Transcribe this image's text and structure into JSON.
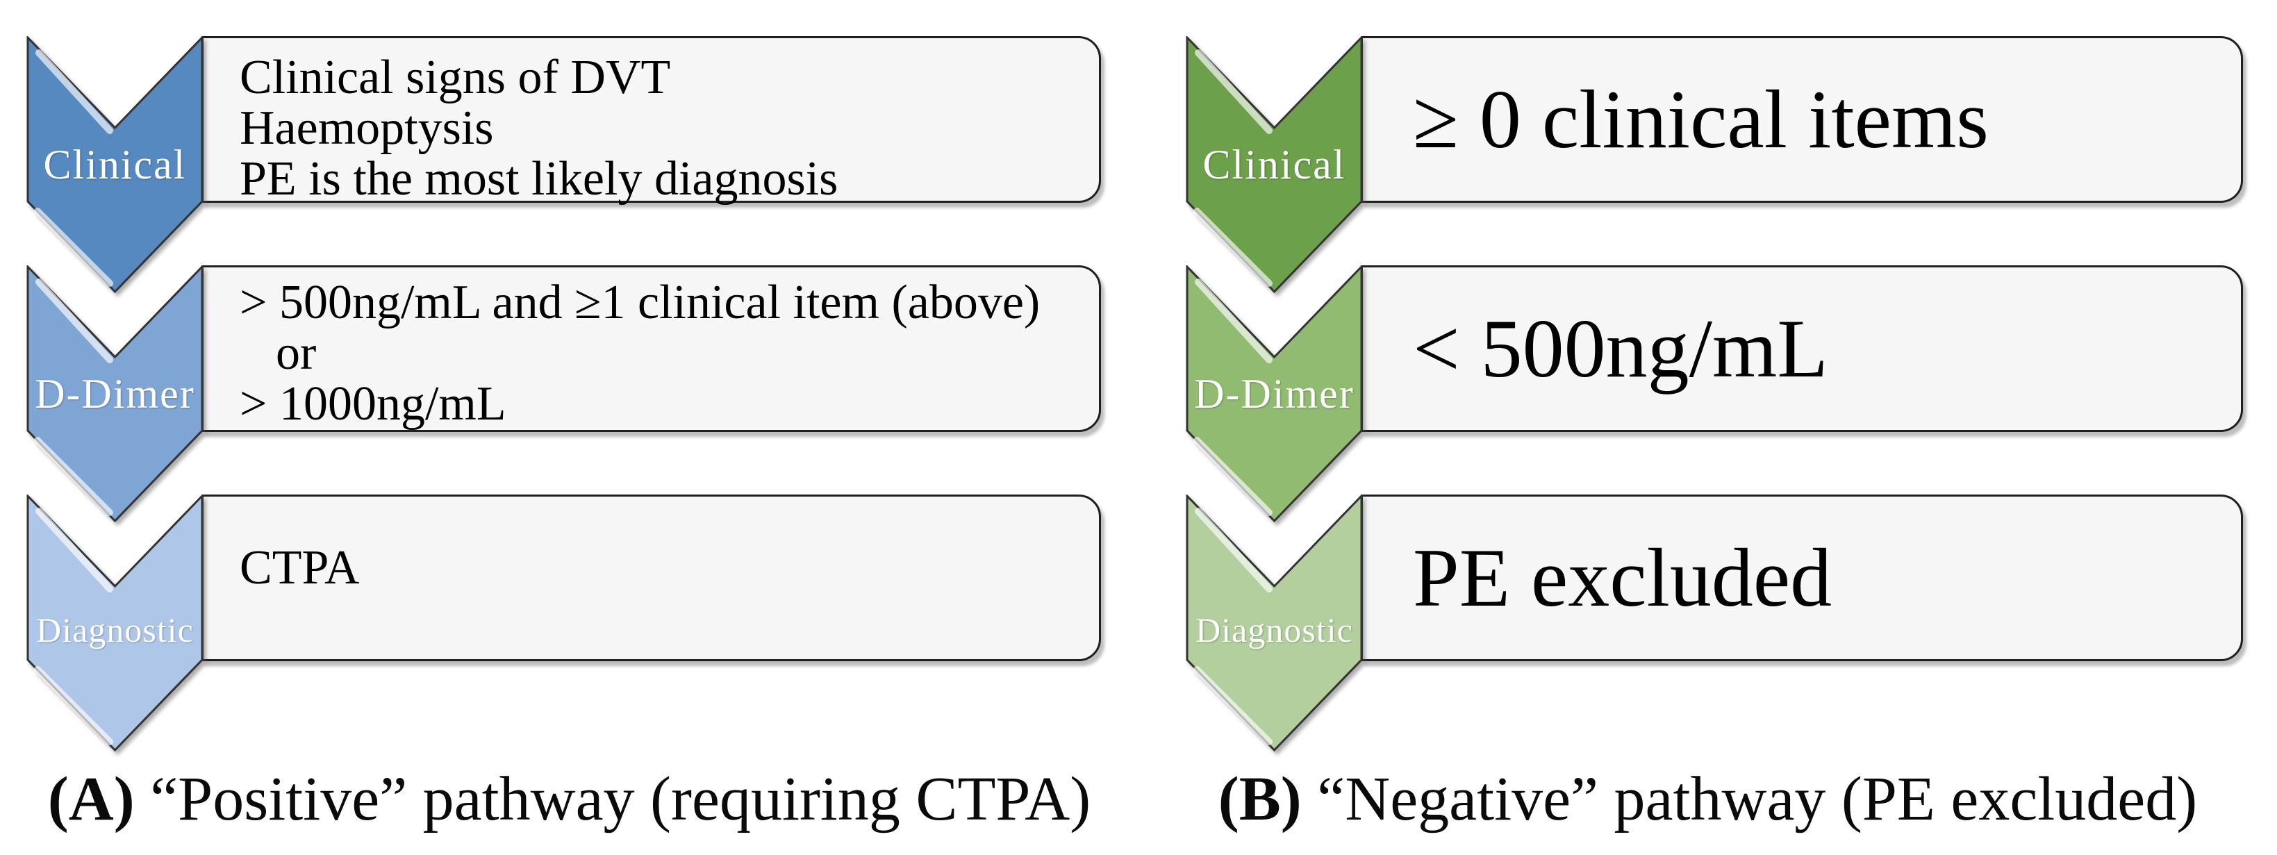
{
  "figure": {
    "background_color": "#ffffff",
    "box_fill_color": "#f6f6f6",
    "pathways": [
      {
        "id": "A",
        "caption": {
          "label": "(A)",
          "text": " “Positive” pathway (requiring CTPA)"
        },
        "steps": [
          {
            "stage": "Clinical",
            "chevron_color": "#5589c0",
            "content_lines": [
              "Clinical signs of DVT",
              "Haemoptysis",
              "PE is the most likely diagnosis"
            ]
          },
          {
            "stage": "D-Dimer",
            "chevron_color": "#7fa5d5",
            "content_lines": [
              "> 500ng/mL and ≥1 clinical item (above)",
              "or",
              "> 1000ng/mL"
            ]
          },
          {
            "stage": "Diagnostic",
            "chevron_color": "#aec7e8",
            "content_lines": [
              "CTPA"
            ]
          }
        ]
      },
      {
        "id": "B",
        "caption": {
          "label": "(B)",
          "text": " “Negative” pathway (PE excluded)"
        },
        "steps": [
          {
            "stage": "Clinical",
            "chevron_color": "#6da04a",
            "content_lines": [
              "≥ 0 clinical items"
            ]
          },
          {
            "stage": "D-Dimer",
            "chevron_color": "#90bb70",
            "content_lines": [
              "< 500ng/mL"
            ]
          },
          {
            "stage": "Diagnostic",
            "chevron_color": "#b3cf9e",
            "content_lines": [
              "PE excluded"
            ]
          }
        ]
      }
    ]
  }
}
